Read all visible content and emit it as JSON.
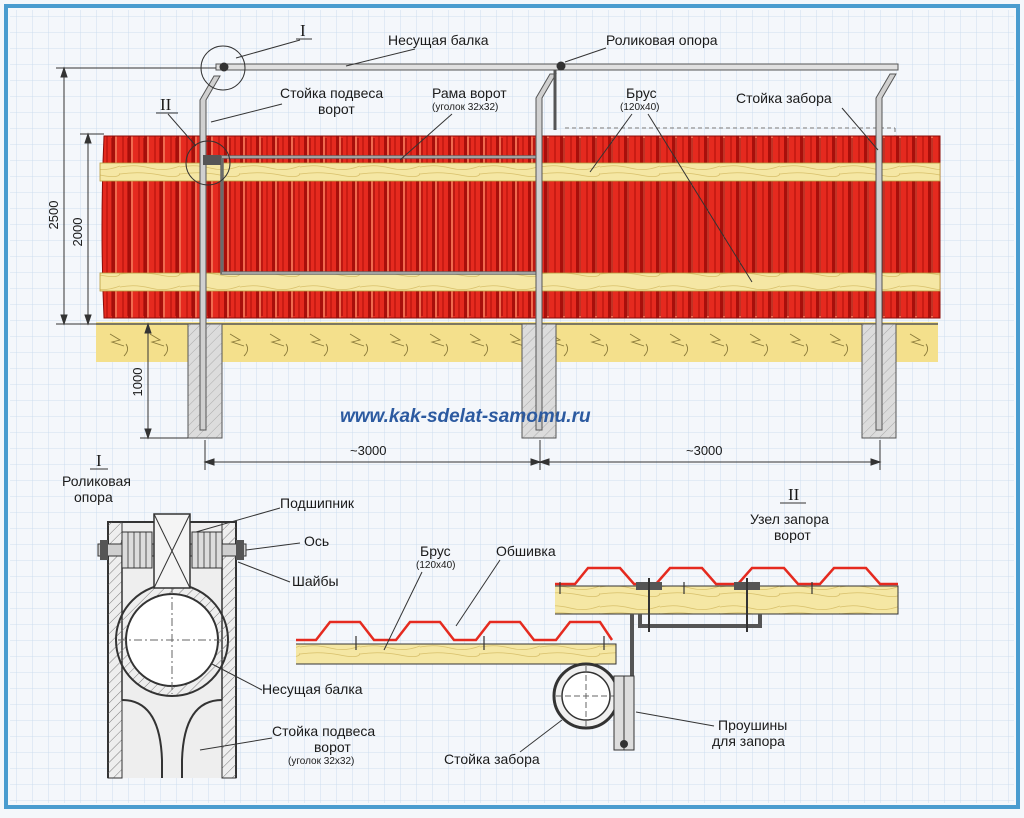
{
  "colors": {
    "sheet": "#e52a1f",
    "sheet_dark": "#b5120d",
    "beam_wood": "#f5e7a4",
    "ground": "#f4e08c",
    "concrete": "#dcdcdc",
    "grid": "#c5d8ec",
    "frame": "#4a9ccf",
    "watermark": "#2c5aa0"
  },
  "labels": {
    "bearing_beam": "Несущая балка",
    "roller_support": "Роликовая опора",
    "gate_post": "Стойка подвеса",
    "gate_post_2": "ворот",
    "gate_frame": "Рама ворот",
    "gate_frame_note": "(уголок 32х32)",
    "bar": "Брус",
    "bar_size": "(120х40)",
    "fence_post": "Стойка забора",
    "mark_I": "I",
    "mark_II": "II",
    "watermark": "www.kak-sdelat-samomu.ru"
  },
  "dimensions": {
    "total_height": "2500",
    "sheet_height": "2000",
    "depth": "1000",
    "span_left": "~3000",
    "span_right": "~3000"
  },
  "detail_I": {
    "mark": "I",
    "title_1": "Роликовая",
    "title_2": "опора",
    "bearing": "Подшипник",
    "axle": "Ось",
    "washers": "Шайбы",
    "beam": "Несущая балка",
    "post_1": "Стойка подвеса",
    "post_2": "ворот",
    "post_note": "(уголок 32х32)"
  },
  "detail_II": {
    "mark": "II",
    "title_1": "Узел запора",
    "title_2": "ворот",
    "bar": "Брус",
    "bar_size": "(120х40)",
    "cladding": "Обшивка",
    "fence_post": "Стойка забора",
    "lugs_1": "Проушины",
    "lugs_2": "для запора"
  }
}
